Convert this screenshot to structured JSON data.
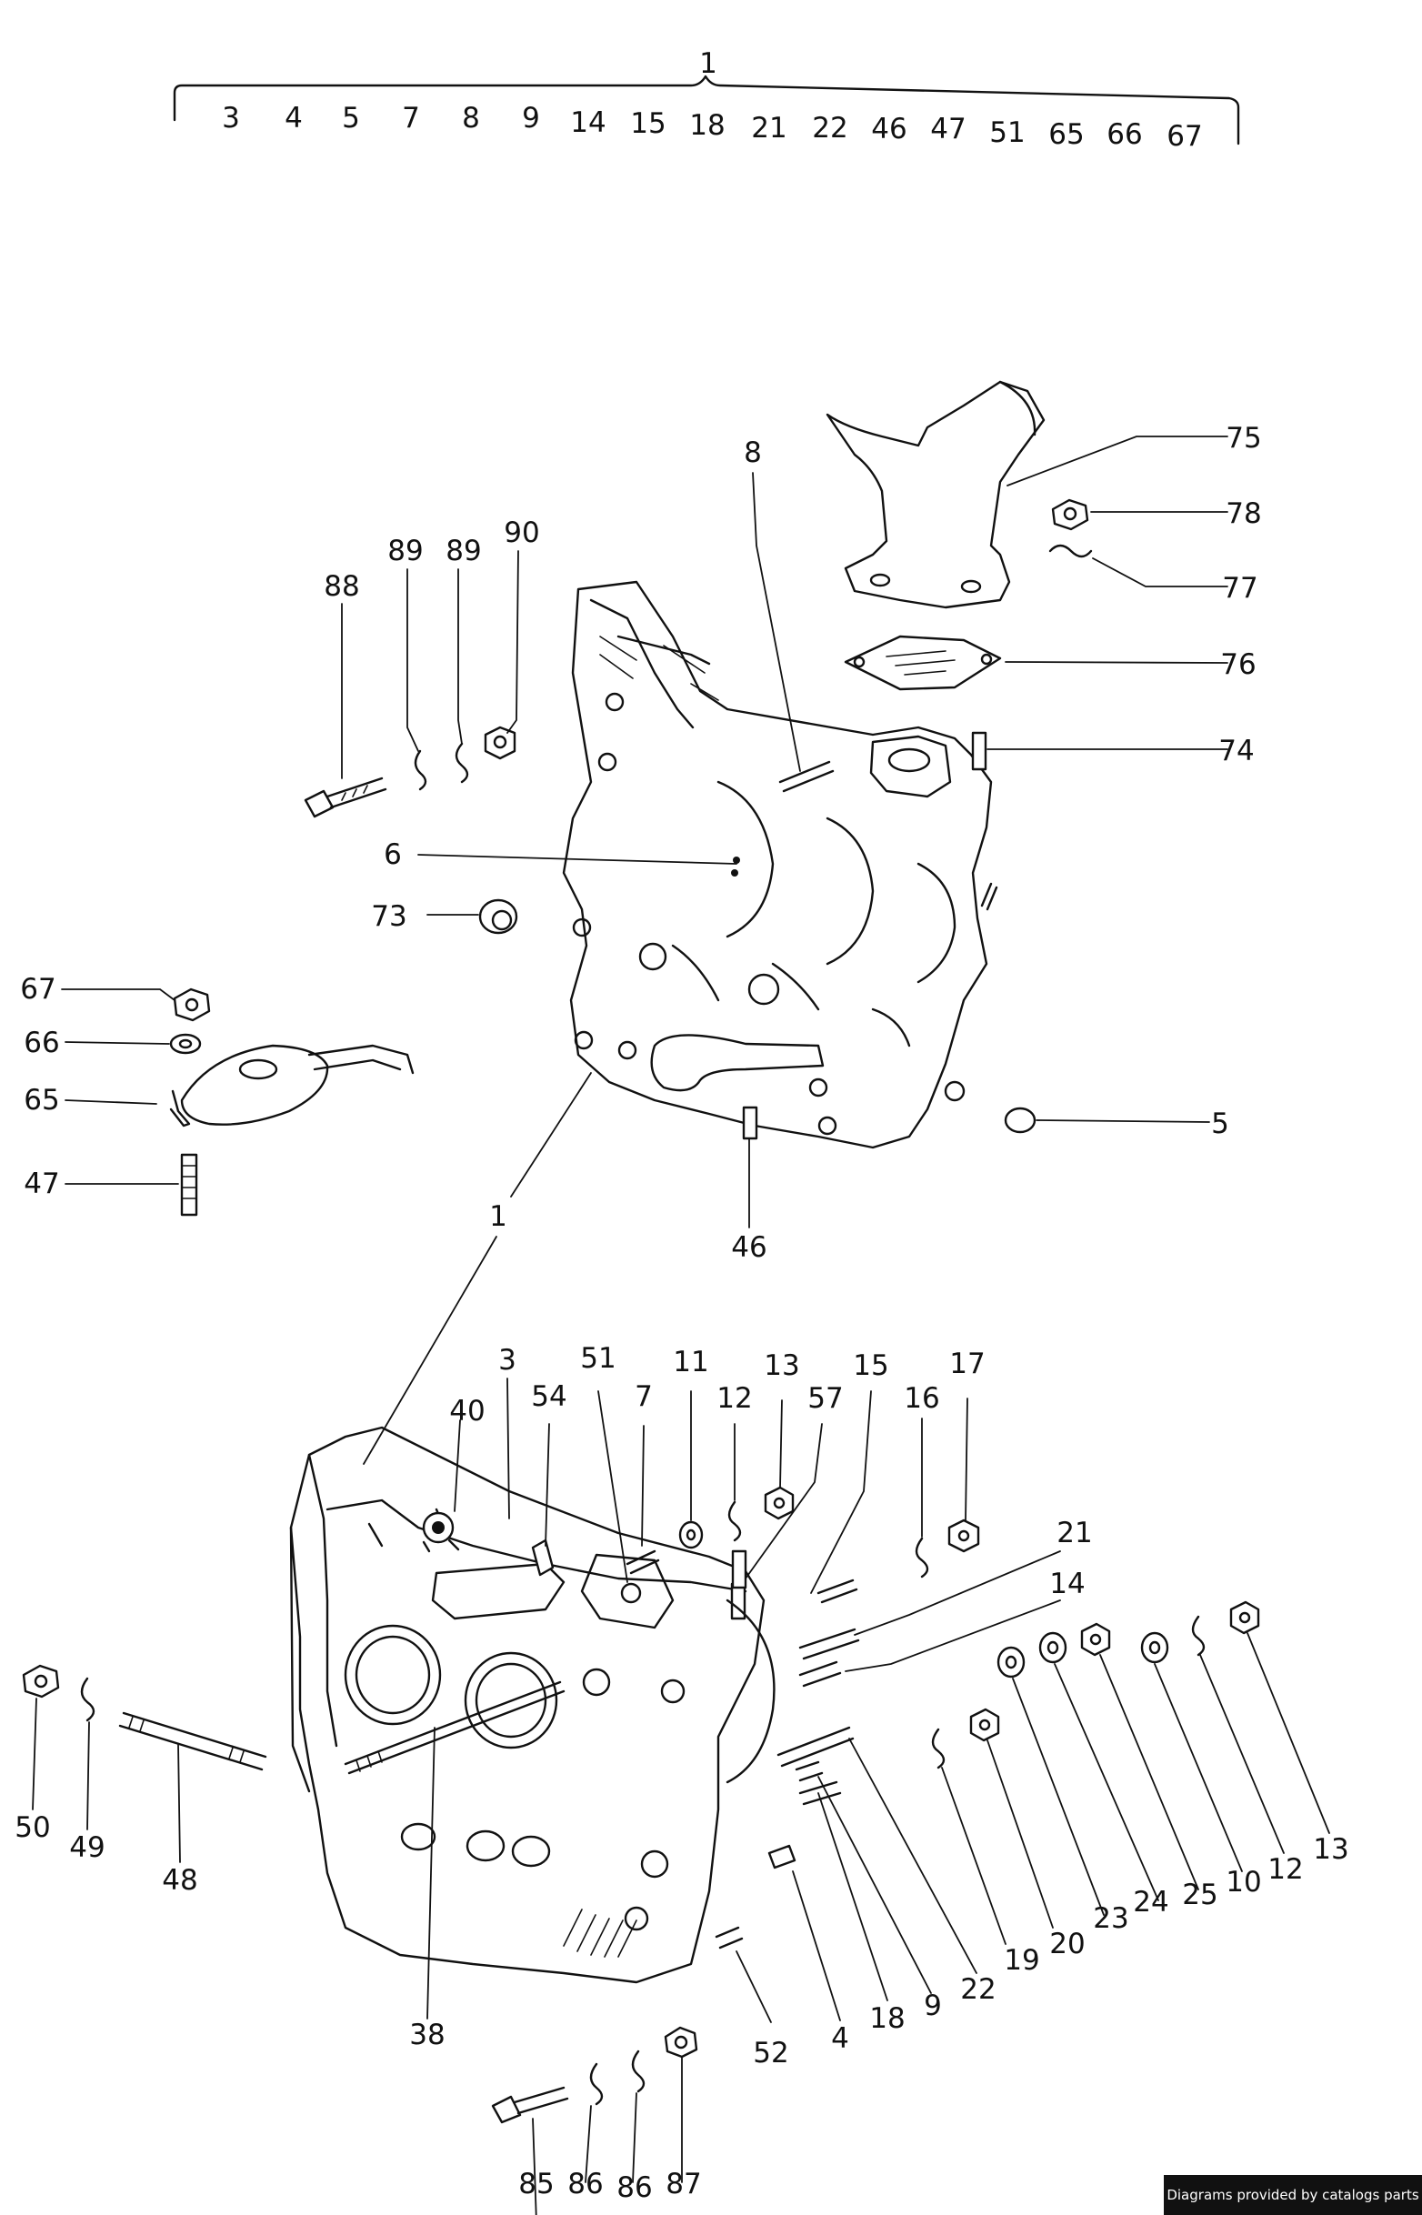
{
  "header": {
    "assembly_number": "1",
    "component_numbers": [
      "3",
      "4",
      "5",
      "7",
      "8",
      "9",
      "14",
      "15",
      "18",
      "21",
      "22",
      "46",
      "47",
      "51",
      "65",
      "66",
      "67"
    ]
  },
  "callouts": {
    "upper_half": [
      "75",
      "78",
      "77",
      "76",
      "74",
      "8",
      "88",
      "89",
      "89",
      "90",
      "6",
      "73",
      "5",
      "67",
      "66",
      "65",
      "47",
      "46",
      "1"
    ],
    "lower_half": [
      "3",
      "51",
      "11",
      "13",
      "15",
      "17",
      "40",
      "54",
      "7",
      "12",
      "57",
      "16",
      "21",
      "14",
      "50",
      "49",
      "48",
      "13",
      "12",
      "10",
      "25",
      "24",
      "23",
      "20",
      "19",
      "22",
      "9",
      "18",
      "4",
      "52",
      "38",
      "85",
      "86",
      "86",
      "87"
    ]
  },
  "credit": "Diagrams provided by catalogs parts"
}
